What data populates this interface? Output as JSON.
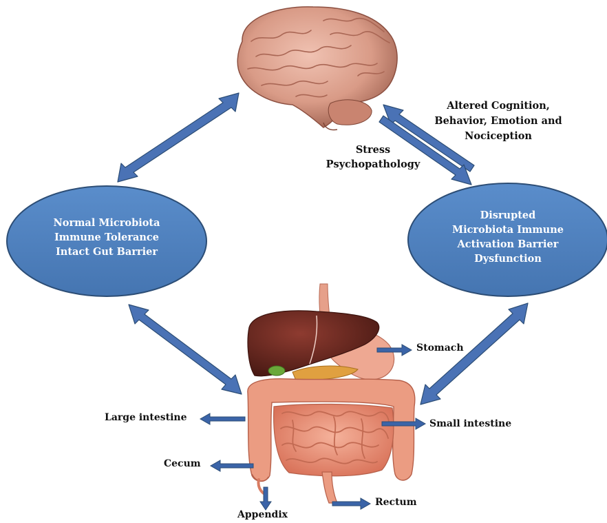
{
  "left_state": {
    "line1": "Normal Microbiota",
    "line2": "Immune  Tolerance",
    "line3": "Intact  Gut Barrier"
  },
  "right_state": {
    "line1": "Disrupted",
    "line2": "Microbiota Immune",
    "line3": "Activation Barrier",
    "line4": "Dysfunction"
  },
  "brain_effects": {
    "line1": "Altered Cognition,",
    "line2": "Behavior, Emotion and",
    "line3": "Nociception"
  },
  "stress": {
    "line1": "Stress",
    "line2": "Psychopathology"
  },
  "organs": {
    "stomach": "Stomach",
    "large_intestine": "Large intestine",
    "small_intestine": "Small intestine",
    "cecum": "Cecum",
    "appendix": "Appendix",
    "rectum": "Rectum"
  },
  "colors": {
    "ellipse_fill": "#4f81bd",
    "ellipse_stroke": "#2c4d75",
    "arrow": "#4a72b5",
    "arrow_stroke": "#2c4d75",
    "brain": "#d79a86",
    "liver": "#6b2a22",
    "intestine": "#e9967a"
  }
}
